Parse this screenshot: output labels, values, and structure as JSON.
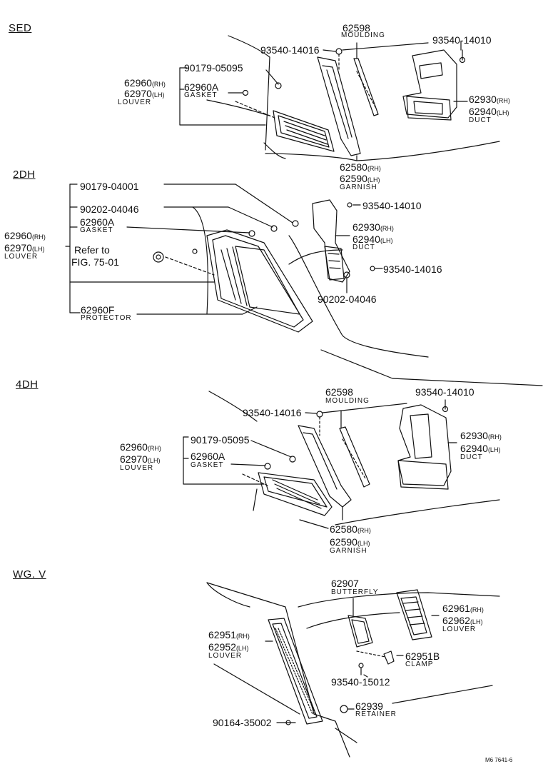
{
  "sections": {
    "sed": "SED",
    "dh2": "2DH",
    "dh4": "4DH",
    "wgv": "WG. V"
  },
  "sed": {
    "p93540_14016": "93540-14016",
    "p62598": "62598",
    "moulding": "MOULDING",
    "p93540_14010": "93540-14010",
    "p90179_05095": "90179-05095",
    "p62960": "62960",
    "p62970": "62970",
    "louver": "LOUVER",
    "p62960A": "62960A",
    "gasket": "GASKET",
    "p62930": "62930",
    "p62940": "62940",
    "duct": "DUCT",
    "p62580": "62580",
    "p62590": "62590",
    "garnish": "GARNISH",
    "rh": "(RH)",
    "lh": "(LH)"
  },
  "dh2": {
    "p90179_04001": "90179-04001",
    "p90202_04046_a": "90202-04046",
    "p62960A": "62960A",
    "gasket": "GASKET",
    "p62960": "62960",
    "p62970": "62970",
    "louver": "LOUVER",
    "refer": "Refer to",
    "fig": "FIG. 75-01",
    "p62960F": "62960F",
    "protector": "PROTECTOR",
    "p93540_14010": "93540-14010",
    "p62930": "62930",
    "p62940": "62940",
    "duct": "DUCT",
    "p93540_14016": "93540-14016",
    "p90202_04046_b": "90202-04046",
    "rh": "(RH)",
    "lh": "(LH)"
  },
  "dh4": {
    "p62598": "62598",
    "moulding": "MOULDING",
    "p93540_14010": "93540-14010",
    "p93540_14016": "93540-14016",
    "p62960": "62960",
    "p62970": "62970",
    "louver": "LOUVER",
    "p90179_05095": "90179-05095",
    "p62960A": "62960A",
    "gasket": "GASKET",
    "p62930": "62930",
    "p62940": "62940",
    "duct": "DUCT",
    "p62580": "62580",
    "p62590": "62590",
    "garnish": "GARNISH",
    "rh": "(RH)",
    "lh": "(LH)"
  },
  "wgv": {
    "p62907": "62907",
    "butterfly": "BUTTERFLY",
    "p62961": "62961",
    "p62962": "62962",
    "louver2": "LOUVER",
    "p62951": "62951",
    "p62952": "62952",
    "louver1": "LOUVER",
    "p62951B": "62951B",
    "clamp": "CLAMP",
    "p93540_15012": "93540-15012",
    "p62939": "62939",
    "retainer": "RETAINER",
    "p90164_35002": "90164-35002",
    "rh": "(RH)",
    "lh": "(LH)"
  },
  "footer": "M6 7641-6"
}
